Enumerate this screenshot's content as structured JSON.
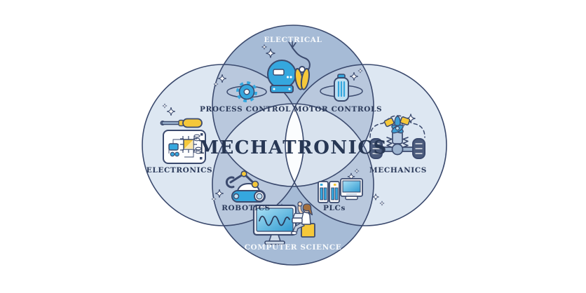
{
  "diagram": {
    "title": "MECHATRONICS",
    "circles": [
      {
        "label": "ELECTRICAL",
        "position": "top",
        "icon": "electric-meter-and-wire-strippers"
      },
      {
        "label": "ELECTRONICS",
        "position": "left",
        "icon": "circuit-board-and-screwdriver"
      },
      {
        "label": "MECHANICS",
        "position": "right",
        "icon": "car-chassis-axle"
      },
      {
        "label": "COMPUTER SCIENCE",
        "position": "bottom",
        "icon": "person-at-monitor"
      }
    ],
    "overlaps": [
      {
        "label": "PROCESS CONTROL",
        "between": [
          "ELECTRICAL",
          "ELECTRONICS"
        ],
        "icon": "gear-with-orbit"
      },
      {
        "label": "MOTOR CONTROLS",
        "between": [
          "ELECTRICAL",
          "MECHANICS"
        ],
        "icon": "motor-with-orbit"
      },
      {
        "label": "ROBOTICS",
        "between": [
          "COMPUTER SCIENCE",
          "ELECTRONICS"
        ],
        "icon": "robot-arm-rover"
      },
      {
        "label": "PLCs",
        "between": [
          "COMPUTER SCIENCE",
          "MECHANICS"
        ],
        "icon": "plc-modules-and-monitor"
      }
    ],
    "colors": {
      "outline": "#3b4a6e",
      "circle_dark": "#a6bbd6",
      "circle_light": "#dde7f2",
      "overlap_mid": "#b9c8dd",
      "center_band": "#d8e2ee",
      "center_core": "#fbfdfe",
      "accent_blue": "#35a7de",
      "accent_yellow": "#f5c83a",
      "title_text": "#273754",
      "label_text": "#2b3a5a",
      "light_label_text": "#f6f9fc"
    }
  }
}
